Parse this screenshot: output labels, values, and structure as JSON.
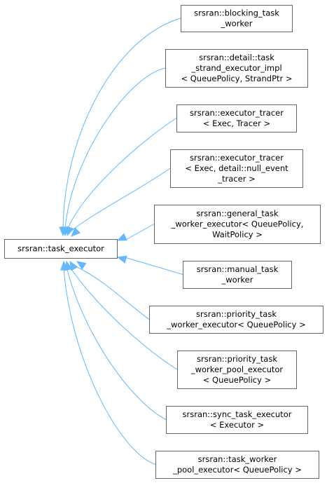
{
  "colors": {
    "edge": "#63b8ff",
    "node_border": "#666666",
    "node_fill": "#ffffff",
    "text": "#000000"
  },
  "base": {
    "id": "task_executor",
    "lines": [
      "srsran::task_executor"
    ]
  },
  "derived": [
    {
      "id": "blocking_task_worker",
      "lines": [
        "srsran::blocking_task",
        "_worker"
      ]
    },
    {
      "id": "task_strand_executor_impl",
      "lines": [
        "srsran::detail::task",
        "_strand_executor_impl",
        "< QueuePolicy, StrandPtr >"
      ]
    },
    {
      "id": "executor_tracer_exec_tracer",
      "lines": [
        "srsran::executor_tracer",
        "< Exec, Tracer >"
      ]
    },
    {
      "id": "executor_tracer_null_event",
      "lines": [
        "srsran::executor_tracer",
        "< Exec, detail::null_event",
        "_tracer >"
      ]
    },
    {
      "id": "general_task_worker_executor",
      "lines": [
        "srsran::general_task",
        "_worker_executor< QueuePolicy,",
        "WaitPolicy >"
      ]
    },
    {
      "id": "manual_task_worker",
      "lines": [
        "srsran::manual_task",
        "_worker"
      ]
    },
    {
      "id": "priority_task_worker_executor",
      "lines": [
        "srsran::priority_task",
        "_worker_executor< QueuePolicy >"
      ]
    },
    {
      "id": "priority_task_worker_pool_executor",
      "lines": [
        "srsran::priority_task",
        "_worker_pool_executor",
        "< QueuePolicy >"
      ]
    },
    {
      "id": "sync_task_executor",
      "lines": [
        "srsran::sync_task_executor",
        "< Executor >"
      ]
    },
    {
      "id": "task_worker_pool_executor",
      "lines": [
        "srsran::task_worker",
        "_pool_executor< QueuePolicy >"
      ]
    }
  ]
}
